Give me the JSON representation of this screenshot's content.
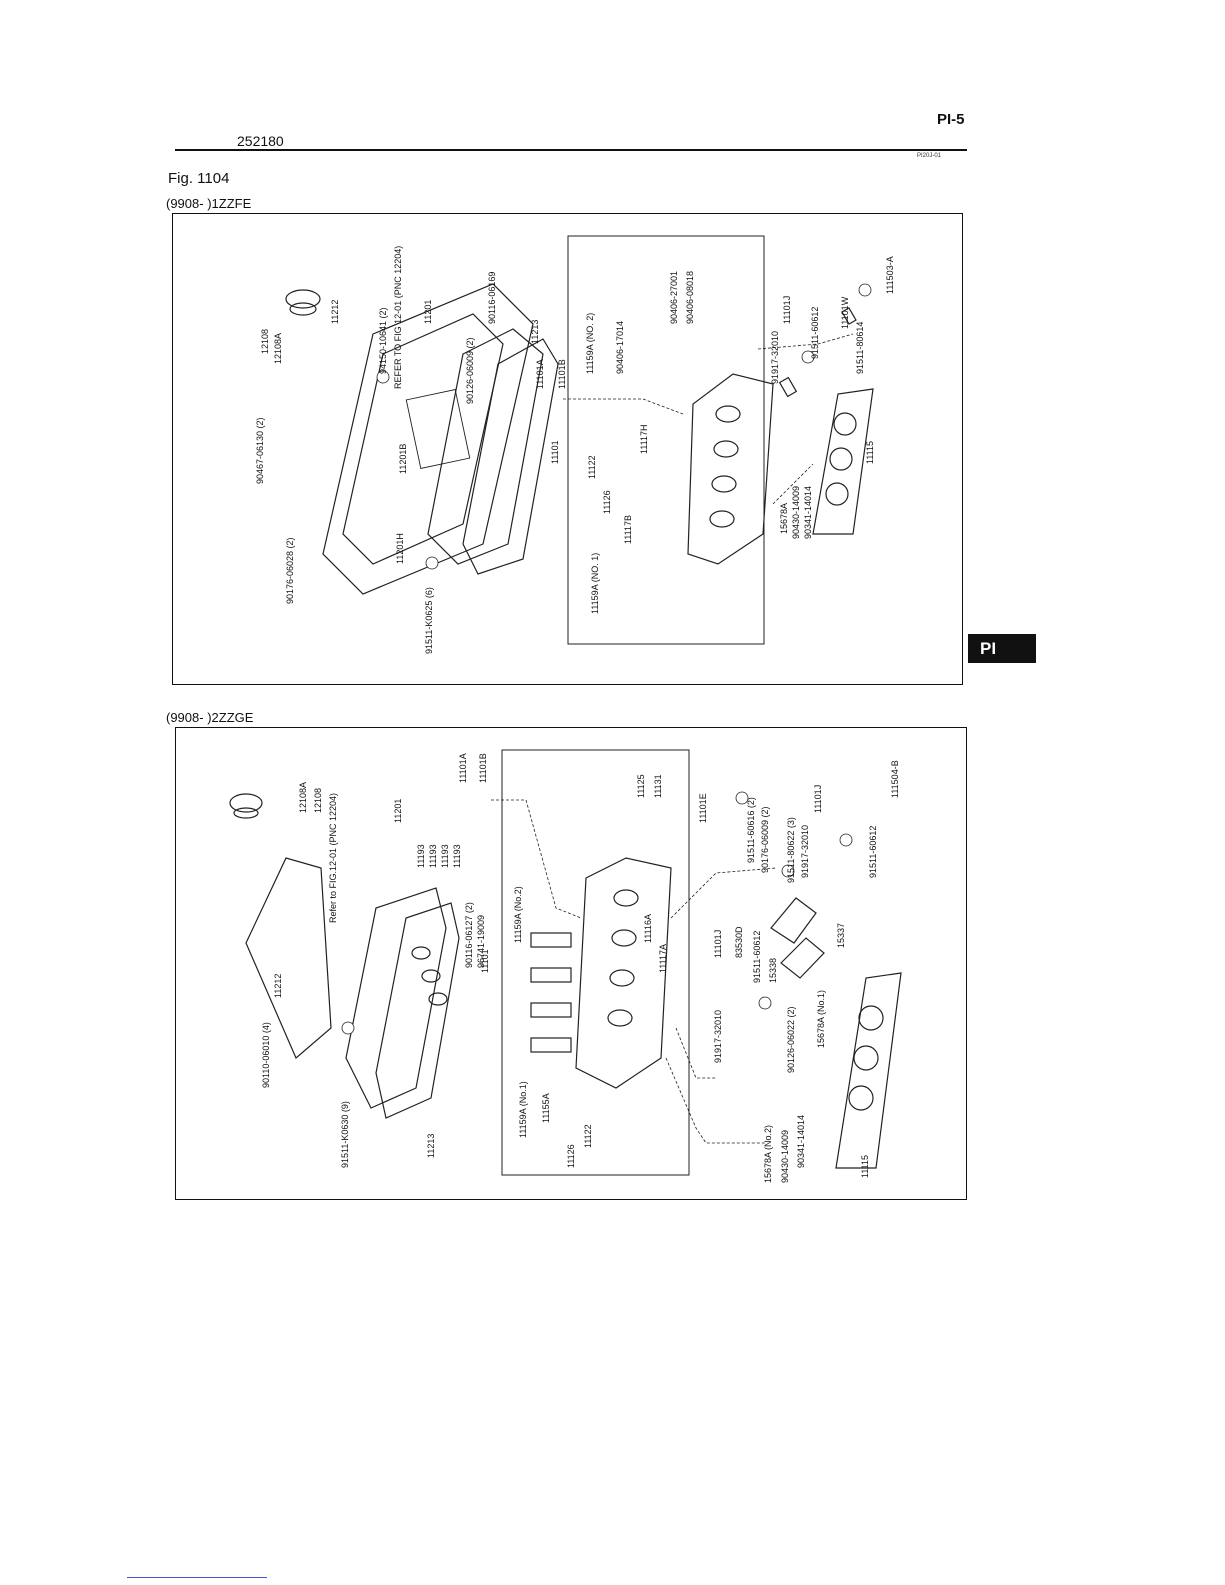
{
  "header": {
    "doc_number": "252180",
    "page": "PI-5",
    "small_code": "PI20J-01",
    "fig_title": "Fig. 1104"
  },
  "tab": {
    "label": "PI"
  },
  "section1": {
    "label": "(9908-    )1ZZFE",
    "parts": [
      "12108",
      "12108A",
      "11212",
      "94150-10641 (2)",
      "REFER TO FIG 12-01 (PNC 12204)",
      "11201",
      "90126-06009 (2)",
      "90116-06169",
      "11213",
      "11101A",
      "11101B",
      "11159A (NO. 2)",
      "90406-27001",
      "90406-08018",
      "90406-17014",
      "11101J",
      "91511-60612",
      "11101W",
      "111503-A",
      "91917-32010",
      "91511-80614",
      "90467-06130 (2)",
      "90176-06028 (2)",
      "11201B",
      "11201H",
      "91511-K0625 (6)",
      "11101",
      "11122",
      "11126",
      "11117B",
      "11117H",
      "11159A (NO. 1)",
      "15678A",
      "90430-14009",
      "90341-14014",
      "11115"
    ]
  },
  "section2": {
    "label": "(9908-    )2ZZGE",
    "parts": [
      "12108A",
      "12108",
      "11201",
      "11101A",
      "11101B",
      "11125",
      "11131",
      "11101E",
      "91511-60616 (2)",
      "90176-06009 (2)",
      "91511-80622 (3)",
      "91917-32010",
      "11101J",
      "111504-B",
      "91511-60612",
      "11212",
      "Refer to FIG.12-01 (PNC 12204)",
      "11193",
      "11193",
      "11193",
      "11193",
      "90116-06127 (2)",
      "96741-19009",
      "90110-06010 (4)",
      "91511-K0630 (9)",
      "11213",
      "11101",
      "11159A (No.2)",
      "11116A",
      "11117A",
      "83530D",
      "91511-60612",
      "15338",
      "15337",
      "91917-32010",
      "11101J",
      "90126-06022 (2)",
      "15678A (No.1)",
      "11159A (No.1)",
      "11155A",
      "11126",
      "11122",
      "15678A (No.2)",
      "90430-14009",
      "90341-14014",
      "11115"
    ]
  }
}
